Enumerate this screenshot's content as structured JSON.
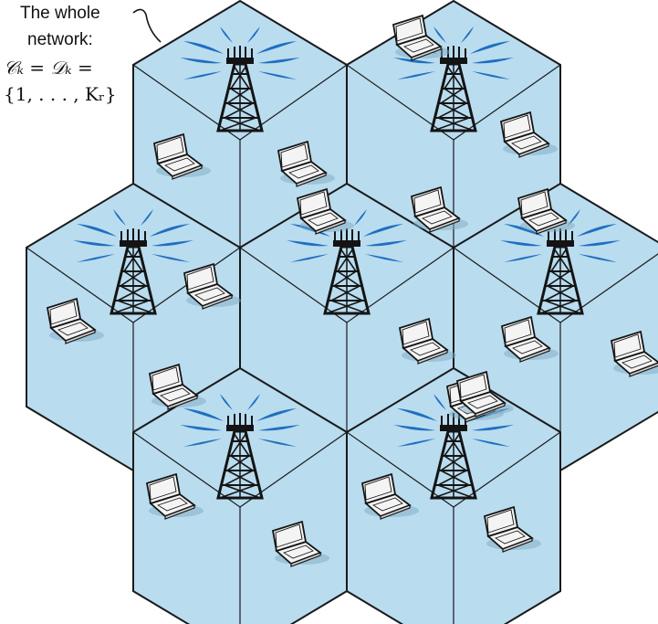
{
  "annotation": {
    "title_line1": "The whole",
    "title_line2": "network:",
    "formula_line1": "𝒞ₖ = 𝒟ₖ =",
    "formula_line2": "{1, . . . , Kᵣ}"
  },
  "colors": {
    "cell_fill": "#b9dcef",
    "cell_shade": "#a5cfe6",
    "edge": "#1a1a1a",
    "tower": "#141414",
    "signal": "#1f6fc0",
    "laptop_body": "#f4f4f4"
  },
  "icons": [
    "tower-icon",
    "laptop-icon",
    "signal-wave-icon"
  ],
  "cells": [
    {
      "id": "cell-top-left",
      "laptops": 2
    },
    {
      "id": "cell-top-right",
      "laptops": 3
    },
    {
      "id": "cell-mid-left",
      "laptops": 3
    },
    {
      "id": "cell-center",
      "laptops": 2
    },
    {
      "id": "cell-mid-right",
      "laptops": 4
    },
    {
      "id": "cell-bottom-left",
      "laptops": 2
    },
    {
      "id": "cell-bottom-right",
      "laptops": 3
    }
  ]
}
